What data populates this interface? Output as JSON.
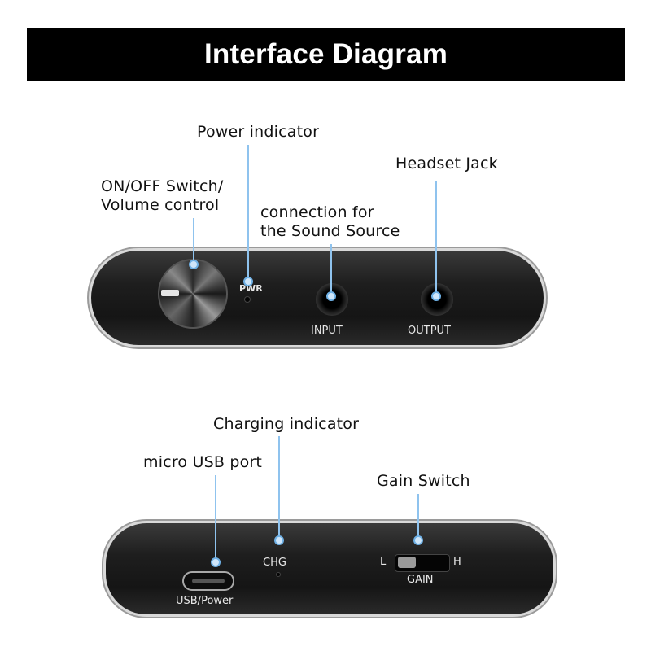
{
  "title": "Interface Diagram",
  "top_panel": {
    "labels": {
      "power_indicator": "Power indicator",
      "headset_jack": "Headset Jack",
      "switch_line1": "ON/OFF Switch/",
      "switch_line2": "Volume control",
      "source_line1": "connection for",
      "source_line2": "the Sound Source"
    },
    "device_text": {
      "pwr": "PWR",
      "input": "INPUT",
      "output": "OUTPUT"
    }
  },
  "bottom_panel": {
    "labels": {
      "charging_indicator": "Charging indicator",
      "micro_usb": "micro USB port",
      "gain_switch": "Gain Switch"
    },
    "device_text": {
      "chg": "CHG",
      "usb_power": "USB/Power",
      "gain_low": "L",
      "gain_high": "H",
      "gain": "GAIN"
    }
  },
  "colors": {
    "title_bg": "#000000",
    "title_fg": "#ffffff",
    "leader_line": "#8fc3ee",
    "device_body": "#1a1a1a"
  }
}
